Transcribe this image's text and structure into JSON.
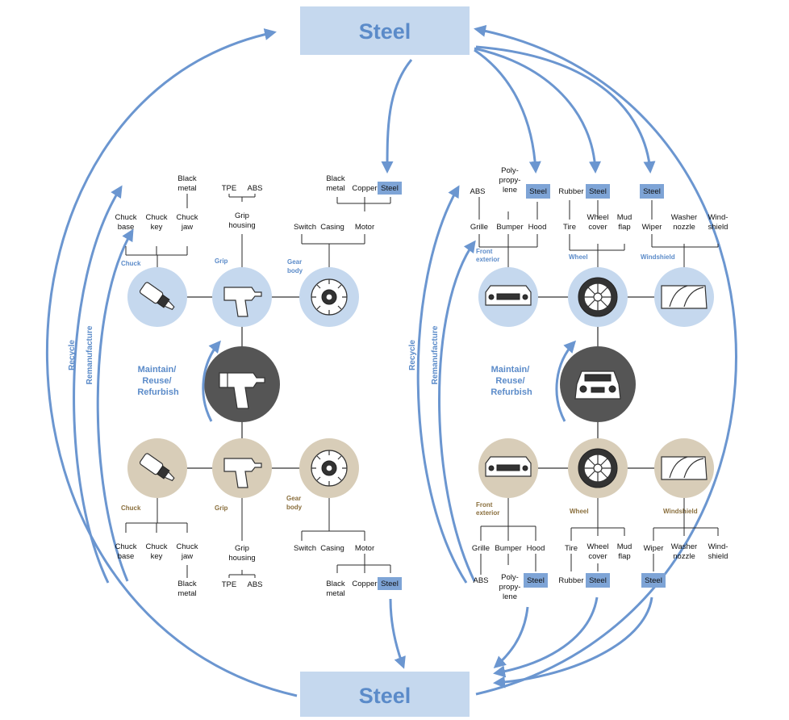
{
  "steel_top": "Steel",
  "steel_bottom": "Steel",
  "left_side": {
    "recycle": "Recycle",
    "remanufacture": "Remanufacture"
  },
  "right_side": {
    "recycle": "Recycle",
    "remanufacture": "Remanufacture"
  },
  "drill": {
    "center_label": [
      "Maintain/",
      "Reuse/",
      "Refurbish"
    ],
    "top": {
      "chuck": {
        "caption": "Chuck",
        "parts": [
          [
            "Chuck",
            "base"
          ],
          [
            "Chuck",
            "key"
          ],
          [
            "Chuck",
            "jaw"
          ]
        ],
        "sub": [
          "Black",
          "metal"
        ]
      },
      "grip": {
        "caption": "Grip",
        "part": [
          "Grip",
          "housing"
        ],
        "subs": [
          "TPE",
          "ABS"
        ]
      },
      "gear": {
        "caption": [
          "Gear",
          "body"
        ],
        "parts": [
          "Switch",
          "Casing",
          "Motor"
        ],
        "subs": [
          [
            "Black",
            "metal"
          ],
          "Copper",
          "Steel"
        ]
      }
    },
    "bottom": {
      "chuck": {
        "caption": "Chuck",
        "parts": [
          [
            "Chuck",
            "base"
          ],
          [
            "Chuck",
            "key"
          ],
          [
            "Chuck",
            "jaw"
          ]
        ],
        "sub": [
          "Black",
          "metal"
        ]
      },
      "grip": {
        "caption": "Grip",
        "part": [
          "Grip",
          "housing"
        ],
        "subs": [
          "TPE",
          "ABS"
        ]
      },
      "gear": {
        "caption": [
          "Gear",
          "body"
        ],
        "parts": [
          "Switch",
          "Casing",
          "Motor"
        ],
        "subs": [
          [
            "Black",
            "metal"
          ],
          "Copper",
          "Steel"
        ]
      }
    }
  },
  "car": {
    "center_label": [
      "Maintain/",
      "Reuse/",
      "Refurbish"
    ],
    "top": {
      "front": {
        "caption": [
          "Front",
          "exterior"
        ],
        "parts": [
          "Grille",
          "Bumper",
          "Hood"
        ],
        "subs": [
          "ABS",
          [
            "Poly-",
            "propy-",
            "lene"
          ],
          "Steel"
        ]
      },
      "wheel": {
        "caption": "Wheel",
        "parts": [
          "Tire",
          [
            "Wheel",
            "cover"
          ],
          [
            "Mud",
            "flap"
          ]
        ],
        "subs": [
          "Rubber",
          "Steel"
        ]
      },
      "windshield": {
        "caption": "Windshield",
        "parts": [
          "Wiper",
          [
            "Washer",
            "nozzle"
          ],
          [
            "Wind-",
            "shield"
          ]
        ],
        "sub": "Steel"
      }
    },
    "bottom": {
      "front": {
        "caption": [
          "Front",
          "exterior"
        ],
        "parts": [
          "Grille",
          "Bumper",
          "Hood"
        ],
        "subs": [
          "ABS",
          [
            "Poly-",
            "propy-",
            "lene"
          ],
          "Steel"
        ]
      },
      "wheel": {
        "caption": "Wheel",
        "parts": [
          "Tire",
          [
            "Wheel",
            "cover"
          ],
          [
            "Mud",
            "flap"
          ]
        ],
        "subs": [
          "Rubber",
          "Steel"
        ]
      },
      "windshield": {
        "caption": "Windshield",
        "parts": [
          "Wiper",
          [
            "Washer",
            "nozzle"
          ],
          [
            "Wind-",
            "shield"
          ]
        ],
        "sub": "Steel"
      }
    }
  },
  "colors": {
    "arrow": "#6b96d0",
    "steel_box": "#c5d8ee",
    "blue_circle": "#c5d8ee",
    "tan_circle": "#d8cdb8",
    "center_circle": "#555555",
    "highlight": "#7ea4d6"
  }
}
